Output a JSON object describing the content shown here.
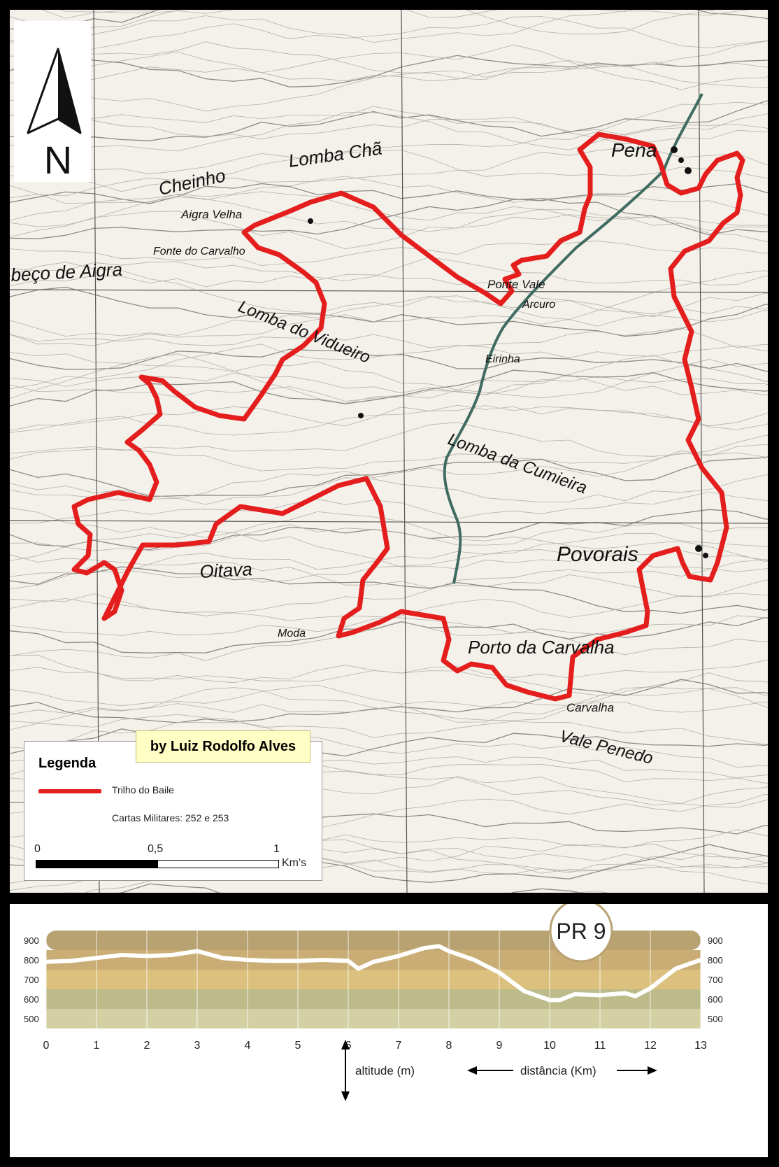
{
  "map": {
    "place_labels": [
      {
        "text": "Cheinho",
        "size": 26
      },
      {
        "text": "Lomba Chã",
        "size": 26
      },
      {
        "text": "Aigra Velha",
        "size": 17
      },
      {
        "text": "Fonte do Carvalho",
        "size": 16
      },
      {
        "text": "beço de Aigra",
        "size": 26
      },
      {
        "text": "Lomba do Vidueiro",
        "size": 24
      },
      {
        "text": "Pena",
        "size": 28
      },
      {
        "text": "Ponte Vale",
        "size": 17
      },
      {
        "text": "Arcuro",
        "size": 16
      },
      {
        "text": "Eirinha",
        "size": 16
      },
      {
        "text": "Lomba da Cumieira",
        "size": 24
      },
      {
        "text": "Povorais",
        "size": 30
      },
      {
        "text": "Oitava",
        "size": 26
      },
      {
        "text": "Moda",
        "size": 16
      },
      {
        "text": "Porto da Carvalha",
        "size": 26
      },
      {
        "text": "Carvalha",
        "size": 17
      },
      {
        "text": "Vale Penedo",
        "size": 24
      }
    ],
    "north_letter": "N",
    "route_color": "#e41d1d",
    "author_label": "by Luiz Rodolfo Alves",
    "legend": {
      "title": "Legenda",
      "route_name": "Trilho do Baile",
      "sheets": "Cartas Militares: 252 e 253",
      "scale_ticks": [
        "0",
        "0,5",
        "1"
      ],
      "scale_unit": "Km's"
    }
  },
  "profile": {
    "badge": "PR 9",
    "y_ticks": [
      "900",
      "800",
      "700",
      "600",
      "500"
    ],
    "x_ticks": [
      "0",
      "1",
      "2",
      "3",
      "4",
      "5",
      "6",
      "7",
      "8",
      "9",
      "10",
      "11",
      "12",
      "13"
    ],
    "y_axis_label": "altitude (m)",
    "x_axis_label": "distância (Km)",
    "band_colors": [
      "#b9a272",
      "#c9ad74",
      "#dcc17e",
      "#bebb8a",
      "#d3d0a4"
    ]
  },
  "chart_data": {
    "type": "area",
    "xlabel": "distância (Km)",
    "ylabel": "altitude (m)",
    "xlim": [
      0,
      13
    ],
    "ylim": [
      450,
      950
    ],
    "series": [
      {
        "x": [
          0,
          0.5,
          1,
          1.5,
          2,
          2.5,
          3,
          3.5,
          4,
          4.5,
          5,
          5.5,
          6,
          6.2,
          6.5,
          7,
          7.5,
          7.8,
          8,
          8.5,
          9,
          9.5,
          10,
          10.2,
          10.5,
          11,
          11.5,
          11.7,
          12,
          12.5,
          13
        ],
        "y": [
          790,
          795,
          810,
          825,
          820,
          825,
          845,
          810,
          800,
          795,
          795,
          800,
          795,
          755,
          790,
          820,
          860,
          870,
          845,
          800,
          735,
          640,
          595,
          595,
          625,
          620,
          630,
          615,
          655,
          755,
          800
        ]
      }
    ]
  }
}
